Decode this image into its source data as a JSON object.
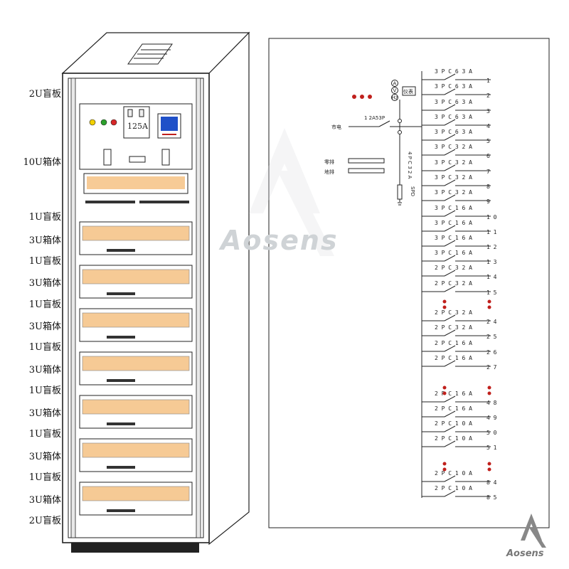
{
  "cabinet": {
    "unit_labels": [
      "2U盲板",
      "10U箱体",
      "1U盲板",
      "3U箱体",
      "1U盲板",
      "3U箱体",
      "1U盲板",
      "3U箱体",
      "1U盲板",
      "3U箱体",
      "1U盲板",
      "3U箱体",
      "1U盲板",
      "3U箱体",
      "1U盲板",
      "3U箱体",
      "2U盲板"
    ],
    "breaker_rating": "125A"
  },
  "schematic": {
    "mains_label": "市电",
    "main_breaker_label": "1 2A53P",
    "neutral_bar_label": "零排",
    "ground_bar_label": "地排",
    "meter_label": "仪表",
    "spd_label": "4 P  C 3 2 A",
    "spd_note": "SPD",
    "meter_circles": [
      "A",
      "V",
      "Hz"
    ],
    "branches": [
      {
        "label": "3 P   C 6 3 A",
        "num": "1"
      },
      {
        "label": "3 P   C 6 3 A",
        "num": "2"
      },
      {
        "label": "3 P   C 6 3 A",
        "num": "3"
      },
      {
        "label": "3 P   C 6 3 A",
        "num": "4"
      },
      {
        "label": "3 P   C 6 3 A",
        "num": "5"
      },
      {
        "label": "3 P   C 3 2 A",
        "num": "6"
      },
      {
        "label": "3 P   C 3 2 A",
        "num": "7"
      },
      {
        "label": "3 P   C 3 2 A",
        "num": "8"
      },
      {
        "label": "3 P   C 3 2 A",
        "num": "9"
      },
      {
        "label": "3 P   C 1 6 A",
        "num": "1 0"
      },
      {
        "label": "3 P   C 1 6 A",
        "num": "1 1"
      },
      {
        "label": "3 P   C 1 6 A",
        "num": "1 2"
      },
      {
        "label": "3 P   C 1 6 A",
        "num": "1 3"
      },
      {
        "label": "2 P   C 3 2 A",
        "num": "1 4"
      },
      {
        "label": "2 P   C 3 2 A",
        "num": "1 5"
      },
      {
        "label": "2 P   C 3 2 A",
        "num": "2 4"
      },
      {
        "label": "2 P   C 3 2 A",
        "num": "2 5"
      },
      {
        "label": "2 P   C 1 6 A",
        "num": "2 6"
      },
      {
        "label": "2 P   C 1 6 A",
        "num": "2 7"
      },
      {
        "label": "2 P   C 1 6 A",
        "num": "4 8"
      },
      {
        "label": "2 P   C 1 6 A",
        "num": "4 9"
      },
      {
        "label": "2 P   C 1 0 A",
        "num": "5 0"
      },
      {
        "label": "2 P   C 1 0 A",
        "num": "5 1"
      },
      {
        "label": "2 P   C 1 0 A",
        "num": "8 4"
      },
      {
        "label": "2 P   C 1 0 A",
        "num": "8 5"
      }
    ]
  },
  "watermark": "Aosens",
  "logo": "Aosens",
  "colors": {
    "breaker_orange": "#f0a040",
    "indicator_yellow": "#f2d000",
    "indicator_green": "#2ca02c",
    "indicator_red": "#d62728",
    "meter_blue": "#1f50c8",
    "dots_red": "#c0201c",
    "line": "#222222"
  }
}
